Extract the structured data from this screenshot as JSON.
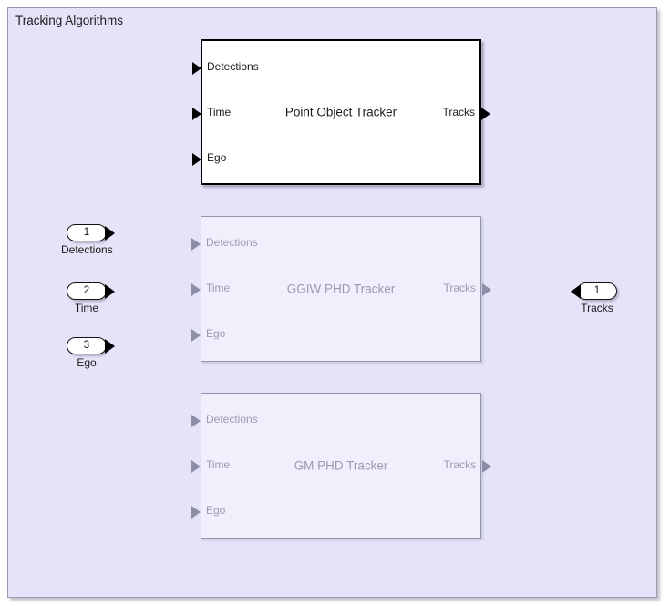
{
  "diagram": {
    "title": "Tracking Algorithms",
    "canvas_color": "#e4e3f8",
    "frame_border_color": "#9a9ab4",
    "active_block_bg": "#ffffff",
    "disabled_block_bg": "#f0effb",
    "disabled_text_color": "#9b9bb2"
  },
  "inports": [
    {
      "number": "1",
      "label": "Detections"
    },
    {
      "number": "2",
      "label": "Time"
    },
    {
      "number": "3",
      "label": "Ego"
    }
  ],
  "outports": [
    {
      "number": "1",
      "label": "Tracks"
    }
  ],
  "blocks": [
    {
      "title": "Point Object Tracker",
      "state": "active",
      "inputs": [
        "Detections",
        "Time",
        "Ego"
      ],
      "outputs": [
        "Tracks"
      ]
    },
    {
      "title": "GGIW PHD Tracker",
      "state": "disabled",
      "inputs": [
        "Detections",
        "Time",
        "Ego"
      ],
      "outputs": [
        "Tracks"
      ]
    },
    {
      "title": "GM PHD Tracker",
      "state": "disabled",
      "inputs": [
        "Detections",
        "Time",
        "Ego"
      ],
      "outputs": [
        "Tracks"
      ]
    }
  ]
}
